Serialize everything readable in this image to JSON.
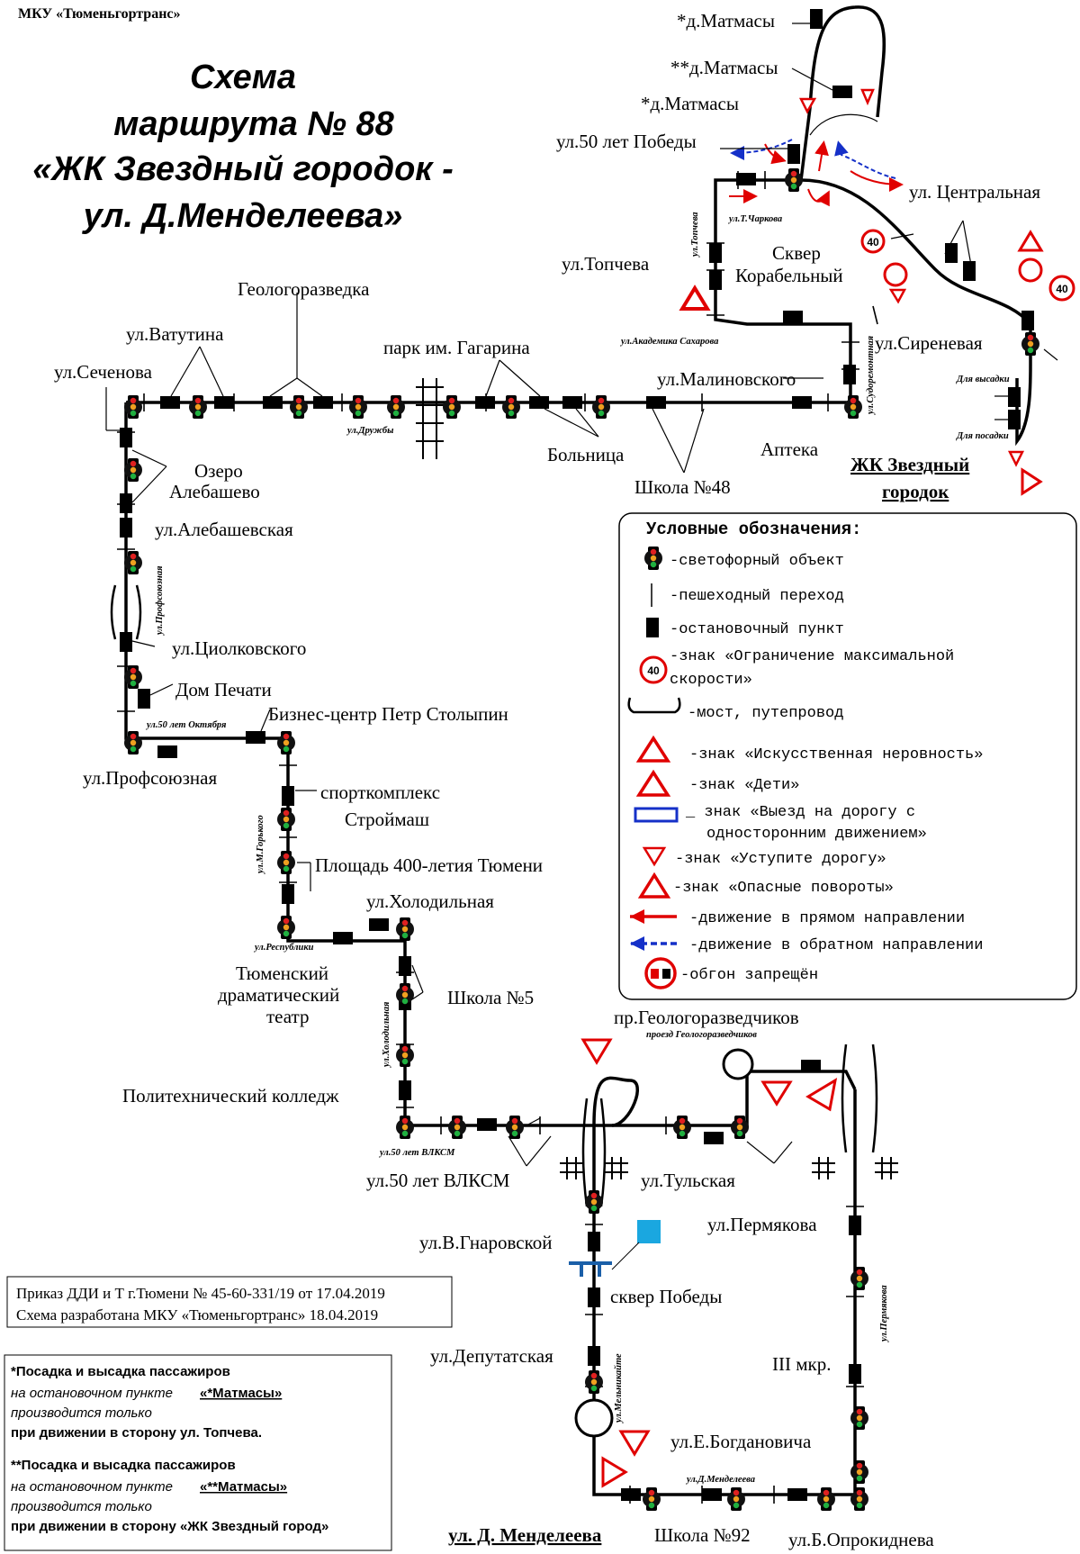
{
  "header": {
    "org": "МКУ «Тюменьгортранс»",
    "title_lines": [
      "Схема",
      "маршрута № 88",
      "«ЖК Звездный городок -",
      "ул. Д.Менделеева»"
    ]
  },
  "stops": {
    "matmasy_1": "*д.Матмасы",
    "matmasy_2": "**д.Матмасы",
    "matmasy_3": "*д.Матмасы",
    "pobedy50": "ул.50 лет Победы",
    "tsentralnaya": "ул. Центральная",
    "skver_korabelny_1": "Сквер",
    "skver_korabelny_2": "Корабельный",
    "topcheva": "ул.Топчева",
    "sirenevaya": "ул.Сиреневая",
    "geologorazvedka": "Геологоразведка",
    "vatutina": "ул.Ватутина",
    "sechenova": "ул.Сеченова",
    "park_gagarina": "парк им. Гагарина",
    "malinovskogo": "ул.Малиновского",
    "bolnitsa": "Больница",
    "apteka": "Аптека",
    "shkola48": "Школа №48",
    "zhk_1": "ЖК Звездный",
    "zhk_2": "городок",
    "ozero_1": "Озеро",
    "ozero_2": "Алебашево",
    "alebashevskaya": "ул.Алебашевская",
    "tsiolkovskogo": "ул.Циолковского",
    "dom_pechati": "Дом Печати",
    "stolypin": "Бизнес-центр Петр Столыпин",
    "profsoyuznaya": "ул.Профсоюзная",
    "stroymash_1": "спорткомплекс",
    "stroymash_2": "Строймаш",
    "ploshchad": "Площадь 400-летия Тюмени",
    "kholodilnaya": "ул.Холодильная",
    "teatr_1": "Тюменский",
    "teatr_2": "драматический",
    "teatr_3": "театр",
    "shkola5": "Школа №5",
    "politekh": "Политехнический колледж",
    "vlksm50": "ул.50 лет ВЛКСМ",
    "tulskaya": "ул.Тульская",
    "geologorazvedchikov": "пр.Геологоразведчиков",
    "gnarovskoy": "ул.В.Гнаровской",
    "skver_pobedy": "сквер Победы",
    "deputatskaya": "ул.Депутатская",
    "permyakova": "ул.Пермякова",
    "mkr3": "III мкр.",
    "bogdanovicha": "ул.Е.Богдановича",
    "mendeleeva": "ул. Д. Менделеева",
    "shkola92": "Школа №92",
    "oprokidneva": "ул.Б.Опрокиднева"
  },
  "streets": {
    "t_charkova": "ул.Т.Чаркова",
    "topcheva_v": "ул.Топчева",
    "akad_sakharova": "ул.Академика Сахарова",
    "sudostroiteley": "ул.Судоремонтная",
    "druzhby": "ул.Дружбы",
    "profsoyuznaya_v": "ул.Профсоюзная",
    "oktyabrya50": "ул.50 лет Октября",
    "gorkogo": "ул.М.Горького",
    "respubliki": "ул.Республики",
    "kholodilnaya_v": "ул.Холодильная",
    "vlksm50_s": "ул.50 лет ВЛКСМ",
    "proezd_geol": "проезд Геологоразведчиков",
    "melnikayte": "ул.Мельникайте",
    "permyakova_v": "ул.Пермякова",
    "mendeleeva_s": "ул.Д.Менделеева",
    "dlya_vysadki": "Для высадки",
    "dlya_posadki": "Для посадки"
  },
  "legend": {
    "title": "Условные обозначения:",
    "items": [
      "-светофорный объект",
      "-пешеходный переход",
      "-остановочный пункт",
      "-знак «Ограничение максимальной",
      "скорости»",
      "-мост, путепровод",
      "-знак «Искусственная неровность»",
      "-знак «Дети»",
      "_ знак «Выезд на дорогу с",
      "односторонним движением»",
      "-знак «Уступите дорогу»",
      "-знак «Опасные повороты»",
      "-движение в прямом направлении",
      "-движение в обратном направлении",
      "-обгон запрещён"
    ],
    "speed_value": "40"
  },
  "order": {
    "line1": "Приказ ДДИ и Т г.Тюмени № 45-60-331/19 от 17.04.2019",
    "line2": "Схема разработана МКУ «Тюменьгортранс» 18.04.2019"
  },
  "notes": {
    "n1_a": "*Посадка и высадка пассажиров",
    "n1_b": "на остановочном пункте",
    "n1_c": "«*Матмасы»",
    "n1_d": "производится только",
    "n1_e": "при движении в сторону ул. Топчева.",
    "n2_a": "**Посадка и высадка пассажиров",
    "n2_b": "на остановочном пункте",
    "n2_c": "«**Матмасы»",
    "n2_d": "производится только",
    "n2_e": "при движении в сторону «ЖК Звездный город»"
  },
  "signs": {
    "speed": "40"
  },
  "colors": {
    "forward": "#e00000",
    "reverse": "#1530c8",
    "sign_red": "#e00000",
    "pedestrian_sign": "#1aa7e0",
    "traffic_light_amber": "#f0a020"
  }
}
